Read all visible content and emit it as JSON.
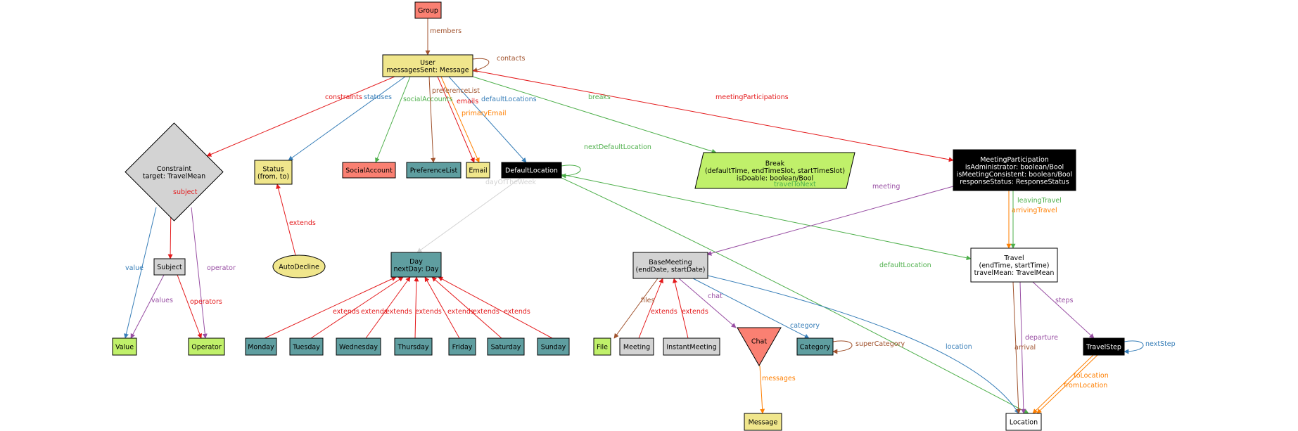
{
  "nodes": {
    "Group": {
      "lines": [
        "Group"
      ],
      "fill": "#fa8072",
      "text_color": "#000000"
    },
    "User": {
      "lines": [
        "User",
        "messagesSent: Message"
      ],
      "fill": "#f0e68c",
      "text_color": "#000000"
    },
    "Constraint": {
      "lines": [
        "Constraint",
        "target: TravelMean"
      ],
      "fill": "#d3d3d3",
      "text_color": "#000000"
    },
    "Status": {
      "lines": [
        "Status",
        "(from, to)"
      ],
      "fill": "#f0e68c",
      "text_color": "#000000"
    },
    "SocialAccount": {
      "lines": [
        "SocialAccount"
      ],
      "fill": "#fa8072",
      "text_color": "#000000"
    },
    "PreferenceList": {
      "lines": [
        "PreferenceList"
      ],
      "fill": "#5f9ea0",
      "text_color": "#000000"
    },
    "Email": {
      "lines": [
        "Email"
      ],
      "fill": "#f0e68c",
      "text_color": "#000000"
    },
    "DefaultLocation": {
      "lines": [
        "DefaultLocation"
      ],
      "fill": "#000000",
      "text_color": "#ffffff"
    },
    "Break": {
      "lines": [
        "Break",
        "(defaultTime, endTimeSlot, startTimeSlot)",
        "isDoable: boolean/Bool"
      ],
      "fill": "#c0f06a",
      "text_color": "#000000"
    },
    "MeetingParticipation": {
      "lines": [
        "MeetingParticipation",
        "isAdministrator: boolean/Bool",
        "isMeetingConsistent: boolean/Bool",
        "responseStatus: ResponseStatus"
      ],
      "fill": "#000000",
      "text_color": "#ffffff"
    },
    "Subject": {
      "lines": [
        "Subject"
      ],
      "fill": "#d3d3d3",
      "text_color": "#000000"
    },
    "AutoDecline": {
      "lines": [
        "AutoDecline"
      ],
      "fill": "#f0e68c",
      "text_color": "#000000"
    },
    "Day": {
      "lines": [
        "Day",
        "nextDay: Day"
      ],
      "fill": "#5f9ea0",
      "text_color": "#000000"
    },
    "BaseMeeting": {
      "lines": [
        "BaseMeeting",
        "(endDate, startDate)"
      ],
      "fill": "#d3d3d3",
      "text_color": "#000000"
    },
    "Travel": {
      "lines": [
        "Travel",
        "(endTime, startTime)",
        "travelMean: TravelMean"
      ],
      "fill": "#ffffff",
      "text_color": "#000000"
    },
    "Value": {
      "lines": [
        "Value"
      ],
      "fill": "#c0f06a",
      "text_color": "#000000"
    },
    "Operator": {
      "lines": [
        "Operator"
      ],
      "fill": "#c0f06a",
      "text_color": "#000000"
    },
    "Monday": {
      "lines": [
        "Monday"
      ],
      "fill": "#5f9ea0",
      "text_color": "#000000"
    },
    "Tuesday": {
      "lines": [
        "Tuesday"
      ],
      "fill": "#5f9ea0",
      "text_color": "#000000"
    },
    "Wednesday": {
      "lines": [
        "Wednesday"
      ],
      "fill": "#5f9ea0",
      "text_color": "#000000"
    },
    "Thursday": {
      "lines": [
        "Thursday"
      ],
      "fill": "#5f9ea0",
      "text_color": "#000000"
    },
    "Friday": {
      "lines": [
        "Friday"
      ],
      "fill": "#5f9ea0",
      "text_color": "#000000"
    },
    "Saturday": {
      "lines": [
        "Saturday"
      ],
      "fill": "#5f9ea0",
      "text_color": "#000000"
    },
    "Sunday": {
      "lines": [
        "Sunday"
      ],
      "fill": "#5f9ea0",
      "text_color": "#000000"
    },
    "File": {
      "lines": [
        "File"
      ],
      "fill": "#c0f06a",
      "text_color": "#000000"
    },
    "Meeting": {
      "lines": [
        "Meeting"
      ],
      "fill": "#d3d3d3",
      "text_color": "#000000"
    },
    "InstantMeeting": {
      "lines": [
        "InstantMeeting"
      ],
      "fill": "#d3d3d3",
      "text_color": "#000000"
    },
    "Chat": {
      "lines": [
        "Chat"
      ],
      "fill": "#fa8072",
      "text_color": "#000000"
    },
    "Category": {
      "lines": [
        "Category"
      ],
      "fill": "#5f9ea0",
      "text_color": "#000000"
    },
    "TravelStep": {
      "lines": [
        "TravelStep"
      ],
      "fill": "#000000",
      "text_color": "#ffffff"
    },
    "Message": {
      "lines": [
        "Message"
      ],
      "fill": "#f0e68c",
      "text_color": "#000000"
    },
    "Location": {
      "lines": [
        "Location"
      ],
      "fill": "#ffffff",
      "text_color": "#000000"
    }
  },
  "edges": [
    {
      "id": "members",
      "from": "Group",
      "to": "User",
      "label": "members",
      "color": "#a0522d"
    },
    {
      "id": "contacts",
      "from": "User",
      "to": "User",
      "label": "contacts",
      "color": "#a0522d"
    },
    {
      "id": "constraints",
      "from": "User",
      "to": "Constraint",
      "label": "constraints",
      "color": "#e41a1c"
    },
    {
      "id": "statuses",
      "from": "User",
      "to": "Status",
      "label": "statuses",
      "color": "#377eb8"
    },
    {
      "id": "socialAccounts",
      "from": "User",
      "to": "SocialAccount",
      "label": "socialAccounts",
      "color": "#4daf4a"
    },
    {
      "id": "preferenceList",
      "from": "User",
      "to": "PreferenceList",
      "label": "preferenceList",
      "color": "#a0522d"
    },
    {
      "id": "emails",
      "from": "User",
      "to": "Email",
      "label": "emails",
      "color": "#e41a1c"
    },
    {
      "id": "primaryEmail",
      "from": "User",
      "to": "Email",
      "label": "primaryEmail",
      "color": "#ff7f00"
    },
    {
      "id": "defaultLocations",
      "from": "User",
      "to": "DefaultLocation",
      "label": "defaultLocations",
      "color": "#377eb8"
    },
    {
      "id": "breaks",
      "from": "User",
      "to": "Break",
      "label": "breaks",
      "color": "#4daf4a"
    },
    {
      "id": "meetingParticipations",
      "from": "User",
      "to": "MeetingParticipation",
      "label": "meetingParticipations",
      "color": "#e41a1c"
    },
    {
      "id": "nextDefaultLocation",
      "from": "DefaultLocation",
      "to": "DefaultLocation",
      "label": "nextDefaultLocation",
      "color": "#4daf4a"
    },
    {
      "id": "dayOfTheWeek",
      "from": "DefaultLocation",
      "to": "Day",
      "label": "dayOfTheWeek",
      "color": "#d3d3d3"
    },
    {
      "id": "travelToNext",
      "from": "DefaultLocation",
      "to": "Travel",
      "label": "travelToNext",
      "color": "#4daf4a"
    },
    {
      "id": "defaultLocation",
      "from": "DefaultLocation",
      "to": "Location",
      "label": "defaultLocation",
      "color": "#4daf4a"
    },
    {
      "id": "meeting",
      "from": "MeetingParticipation",
      "to": "BaseMeeting",
      "label": "meeting",
      "color": "#984ea3"
    },
    {
      "id": "leavingTravel",
      "from": "MeetingParticipation",
      "to": "Travel",
      "label": "leavingTravel",
      "color": "#4daf4a"
    },
    {
      "id": "arrivingTravel",
      "from": "MeetingParticipation",
      "to": "Travel",
      "label": "arrivingTravel",
      "color": "#ff7f00"
    },
    {
      "id": "subject",
      "from": "Constraint",
      "to": "Subject",
      "label": "subject",
      "color": "#e41a1c"
    },
    {
      "id": "value",
      "from": "Constraint",
      "to": "Value",
      "label": "value",
      "color": "#377eb8"
    },
    {
      "id": "operator",
      "from": "Constraint",
      "to": "Operator",
      "label": "operator",
      "color": "#984ea3"
    },
    {
      "id": "values",
      "from": "Subject",
      "to": "Value",
      "label": "values",
      "color": "#984ea3"
    },
    {
      "id": "operators",
      "from": "Subject",
      "to": "Operator",
      "label": "operators",
      "color": "#e41a1c"
    },
    {
      "id": "autodecline-extends",
      "from": "AutoDecline",
      "to": "Status",
      "label": "extends",
      "color": "#e41a1c"
    },
    {
      "id": "monday-extends",
      "from": "Monday",
      "to": "Day",
      "label": "extends",
      "color": "#e41a1c"
    },
    {
      "id": "tuesday-extends",
      "from": "Tuesday",
      "to": "Day",
      "label": "extends",
      "color": "#e41a1c"
    },
    {
      "id": "wednesday-extends",
      "from": "Wednesday",
      "to": "Day",
      "label": "extends",
      "color": "#e41a1c"
    },
    {
      "id": "thursday-extends",
      "from": "Thursday",
      "to": "Day",
      "label": "extends",
      "color": "#e41a1c"
    },
    {
      "id": "friday-extends",
      "from": "Friday",
      "to": "Day",
      "label": "extends",
      "color": "#e41a1c"
    },
    {
      "id": "saturday-extends",
      "from": "Saturday",
      "to": "Day",
      "label": "extends",
      "color": "#e41a1c"
    },
    {
      "id": "sunday-extends",
      "from": "Sunday",
      "to": "Day",
      "label": "extends",
      "color": "#e41a1c"
    },
    {
      "id": "files",
      "from": "BaseMeeting",
      "to": "File",
      "label": "files",
      "color": "#a0522d"
    },
    {
      "id": "meeting-extends",
      "from": "Meeting",
      "to": "BaseMeeting",
      "label": "extends",
      "color": "#e41a1c"
    },
    {
      "id": "instantmeeting-extends",
      "from": "InstantMeeting",
      "to": "BaseMeeting",
      "label": "extends",
      "color": "#e41a1c"
    },
    {
      "id": "chat",
      "from": "BaseMeeting",
      "to": "Chat",
      "label": "chat",
      "color": "#984ea3"
    },
    {
      "id": "category",
      "from": "BaseMeeting",
      "to": "Category",
      "label": "category",
      "color": "#377eb8"
    },
    {
      "id": "location",
      "from": "BaseMeeting",
      "to": "Location",
      "label": "location",
      "color": "#377eb8"
    },
    {
      "id": "superCategory",
      "from": "Category",
      "to": "Category",
      "label": "superCategory",
      "color": "#a0522d"
    },
    {
      "id": "messages",
      "from": "Chat",
      "to": "Message",
      "label": "messages",
      "color": "#ff7f00"
    },
    {
      "id": "steps",
      "from": "Travel",
      "to": "TravelStep",
      "label": "steps",
      "color": "#984ea3"
    },
    {
      "id": "departure",
      "from": "Travel",
      "to": "Location",
      "label": "departure",
      "color": "#984ea3"
    },
    {
      "id": "arrival",
      "from": "Travel",
      "to": "Location",
      "label": "arrival",
      "color": "#a0522d"
    },
    {
      "id": "nextStep",
      "from": "TravelStep",
      "to": "TravelStep",
      "label": "nextStep",
      "color": "#377eb8"
    },
    {
      "id": "toLocation",
      "from": "TravelStep",
      "to": "Location",
      "label": "toLocation",
      "color": "#ff7f00"
    },
    {
      "id": "fromLocation",
      "from": "TravelStep",
      "to": "Location",
      "label": "fromLocation",
      "color": "#ff7f00"
    }
  ]
}
